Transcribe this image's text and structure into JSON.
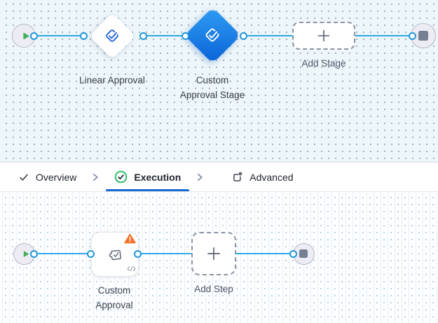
{
  "colors": {
    "connector_blue": "#2ca9e7",
    "port_ring_blue": "#2197dc",
    "selected_gradient_start": "#2f9df3",
    "selected_gradient_end": "#0a63d8",
    "approval_icon_blue": "#1d63d8",
    "play_green": "#43ae5c",
    "success_green": "#2ebd6e",
    "warning_orange": "#f4702a",
    "active_tab_underline": "#1569d0",
    "stop_square_gray": "#767e93",
    "canvas_top_bg": "#edf6fa",
    "canvas_bottom_bg": "#fdfeff"
  },
  "stage_canvas": {
    "nodes": [
      {
        "name": "start",
        "icon": "play-icon"
      },
      {
        "name": "linear-approval",
        "icon": "approval-check-icon",
        "label": "Linear Approval",
        "selected": false
      },
      {
        "name": "custom-approval-stage",
        "icon": "approval-check-icon",
        "label": "Custom Approval Stage",
        "label_lines": [
          "Custom",
          "Approval Stage"
        ],
        "selected": true
      },
      {
        "name": "add-stage",
        "icon": "plus-icon",
        "label": "Add Stage"
      },
      {
        "name": "end",
        "icon": "stop-icon"
      }
    ]
  },
  "tab_bar": {
    "separator_icon": "chevron-right-icon",
    "tabs": [
      {
        "label": "Overview",
        "icon": "check-icon",
        "active": false
      },
      {
        "label": "Execution",
        "icon": "success-circle-icon",
        "active": true
      },
      {
        "label": "Advanced",
        "icon": "settings-box-icon",
        "active": false
      }
    ]
  },
  "step_canvas": {
    "nodes": [
      {
        "name": "start",
        "icon": "play-icon"
      },
      {
        "name": "custom-approval",
        "icon": "puzzle-check-icon",
        "label": "Custom Approval",
        "label_lines": [
          "Custom",
          "Approval"
        ],
        "has_warning": true,
        "badge_icon": "warning-icon",
        "corner_icon": "code-icon"
      },
      {
        "name": "add-step",
        "icon": "plus-icon",
        "label": "Add Step"
      },
      {
        "name": "end",
        "icon": "stop-icon"
      }
    ]
  }
}
